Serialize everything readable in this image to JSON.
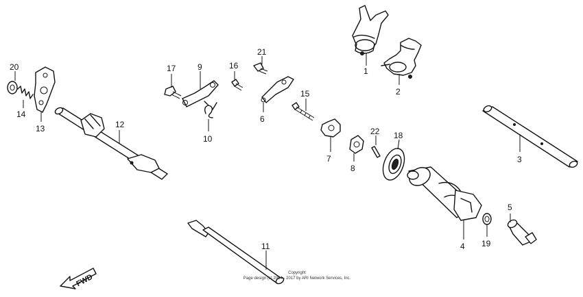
{
  "callouts": {
    "c1": "1",
    "c2": "2",
    "c3": "3",
    "c4": "4",
    "c5": "5",
    "c6": "6",
    "c7": "7",
    "c8": "8",
    "c9": "9",
    "c10": "10",
    "c11": "11",
    "c12": "12",
    "c13": "13",
    "c14": "14",
    "c15": "15",
    "c16": "16",
    "c17": "17",
    "c18": "18",
    "c19": "19",
    "c20": "20",
    "c21": "21",
    "c22": "22"
  },
  "fwd_label": "FWD",
  "copyright": {
    "line1": "Copyright",
    "line2": "Page design (c) 2004 - 2017 by ARI Network Services, Inc."
  }
}
